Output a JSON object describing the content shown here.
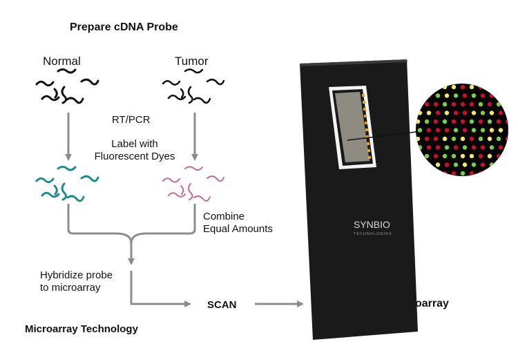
{
  "title": "Prepare cDNA Probe",
  "samples": {
    "normal": "Normal",
    "tumor": "Tumor"
  },
  "steps": {
    "rt_pcr": "RT/PCR",
    "label_line1": "Label with",
    "label_line2": "Fluorescent Dyes",
    "combine_line1": "Combine",
    "combine_line2": "Equal Amounts",
    "hybridize_line1": "Hybridize probe",
    "hybridize_line2": "to microarray",
    "scan": "SCAN"
  },
  "prepare_microarray": "Prepare Microarray",
  "footer": "Microarray Technology",
  "slide_brand": {
    "name": "SYNBIO",
    "sub": "TECHNOLOGIES"
  },
  "colors": {
    "arrow": "#8c8c8c",
    "normal_strands": "#111111",
    "normal_dyed": "#1e8c8c",
    "tumor_dyed": "#c06a9a",
    "slide": "#1a1a1a",
    "spot_red": "#c8102e",
    "spot_green": "#7ccf4a",
    "spot_yellow": "#f2e86a",
    "dye_orange": "#f0a020"
  }
}
